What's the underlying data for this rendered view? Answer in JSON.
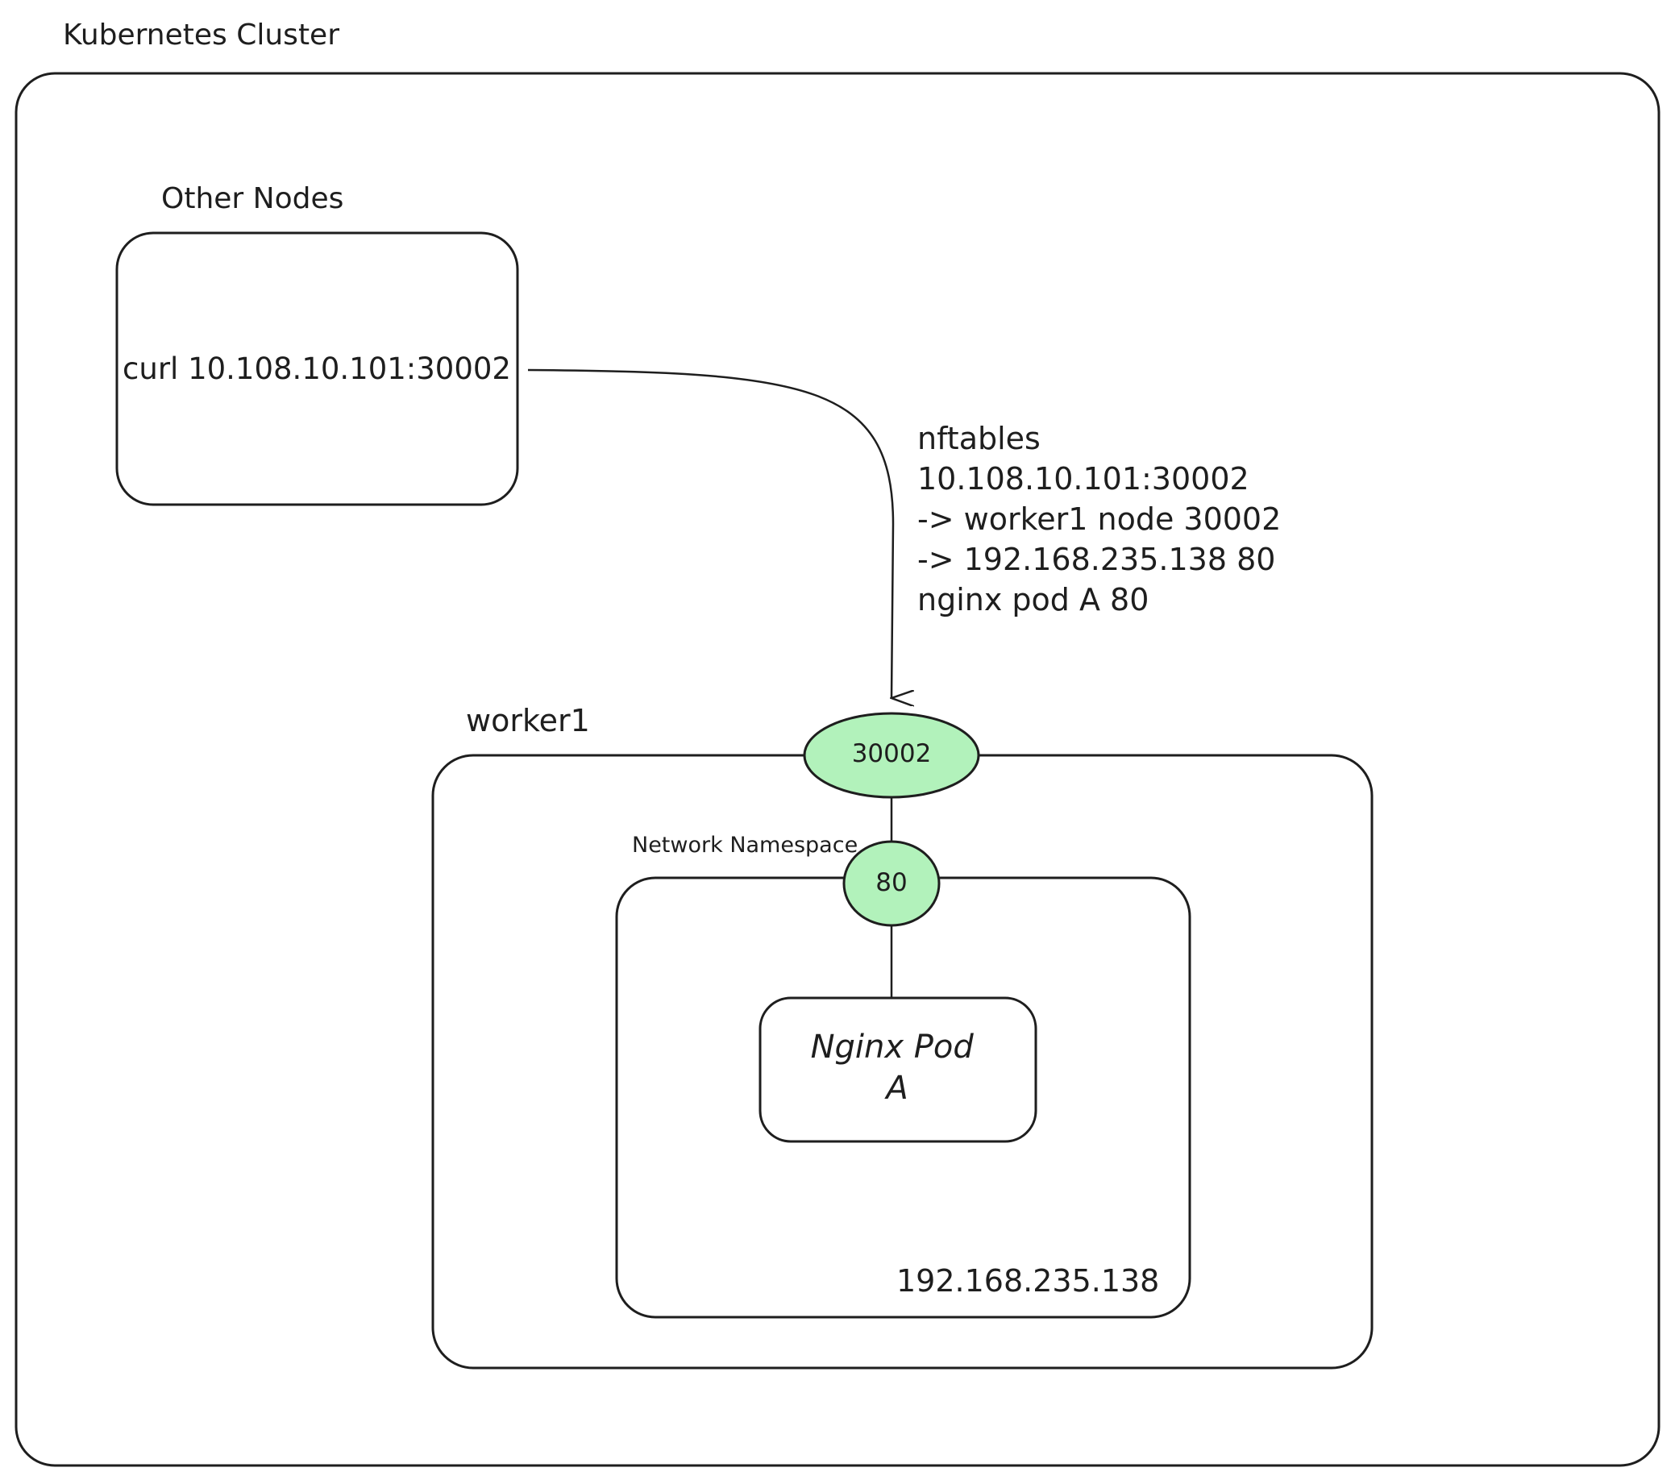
{
  "colors": {
    "stroke": "#1e1e1e",
    "port_fill": "#b2f2bb",
    "background": "#ffffff"
  },
  "cluster": {
    "title": "Kubernetes Cluster"
  },
  "other_nodes": {
    "title": "Other Nodes",
    "command": "curl 10.108.10.101:30002"
  },
  "nftables_note": {
    "lines": [
      "nftables",
      "10.108.10.101:30002",
      "-> worker1 node 30002",
      "-> 192.168.235.138 80",
      "nginx pod A 80"
    ]
  },
  "worker": {
    "title": "worker1",
    "node_port": "30002"
  },
  "namespace": {
    "title": "Network Namespace",
    "port": "80",
    "ip": "192.168.235.138"
  },
  "pod": {
    "lines": [
      "Nginx Pod",
      "A"
    ]
  }
}
